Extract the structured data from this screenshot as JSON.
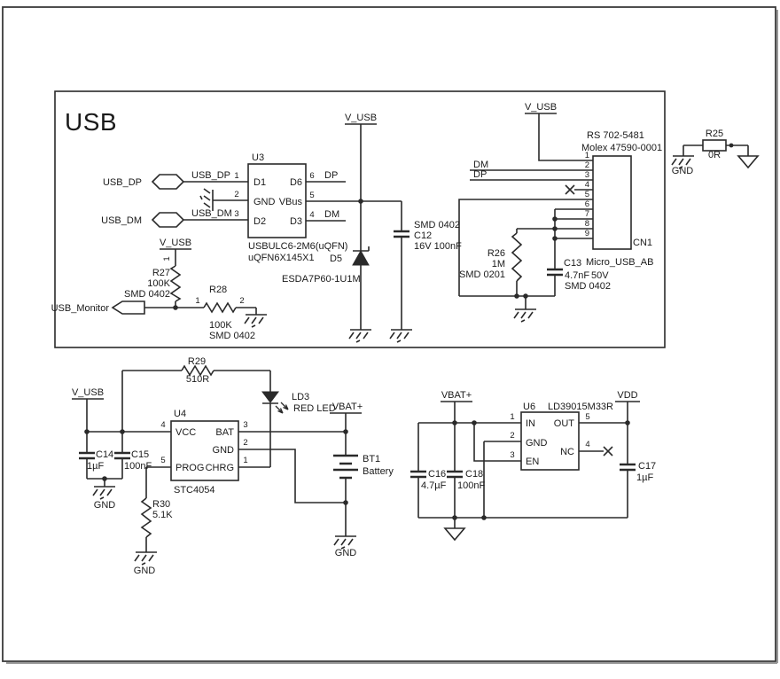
{
  "usb": {
    "title": "USB",
    "flags": {
      "vusb_u3": "V_USB",
      "vusb_cn1": "V_USB",
      "vusb_r27": "V_USB"
    },
    "ports": {
      "dp": "USB_DP",
      "dm": "USB_DM",
      "monitor": "USB_Monitor"
    },
    "nets": {
      "dp_wire": "USB_DP",
      "dm_wire": "USB_DM",
      "dp_stub": "DP",
      "dm_stub": "DM",
      "dm_cn1": "DM",
      "dp_cn1": "DP"
    },
    "u3": {
      "ref": "U3",
      "part": "USBULC6-2M6(uQFN)",
      "footprint": "uQFN6X145X1",
      "pins_left": [
        {
          "num": "1",
          "name": "D1"
        },
        {
          "num": "2",
          "name": "GND"
        },
        {
          "num": "3",
          "name": "D2"
        }
      ],
      "pins_right": [
        {
          "num": "6",
          "name": "D6"
        },
        {
          "num": "5",
          "name": "VBus"
        },
        {
          "num": "4",
          "name": "D3"
        }
      ]
    },
    "d5": {
      "ref": "D5",
      "part": "ESDA7P60-1U1M"
    },
    "c12": {
      "ref": "C12",
      "footprint": "SMD 0402",
      "value": "16V 100nF"
    },
    "r27": {
      "ref": "R27",
      "value": "100K",
      "footprint": "SMD 0402",
      "pin1": "1"
    },
    "r28": {
      "ref": "R28",
      "value": "100K",
      "footprint": "SMD 0402",
      "pin1": "1",
      "pin2": "2"
    },
    "cn1": {
      "ref": "CN1",
      "supplier": "RS 702-5481",
      "mpn": "Molex 47590-0001",
      "part": "Micro_USB_AB",
      "pins": [
        "1",
        "2",
        "3",
        "4",
        "5",
        "6",
        "7",
        "8",
        "9"
      ]
    },
    "r26": {
      "ref": "R26",
      "value": "1M",
      "footprint": "SMD 0201"
    },
    "c13": {
      "ref": "C13",
      "value": "4.7nF",
      "rating": "50V",
      "footprint": "SMD 0402"
    }
  },
  "r25": {
    "ref": "R25",
    "value": "0R",
    "gnd": "GND"
  },
  "charger": {
    "flags": {
      "vusb": "V_USB",
      "vbat": "VBAT+",
      "gnd_caps": "GND",
      "gnd_r30": "GND",
      "gnd_bt1": "GND"
    },
    "r29": {
      "ref": "R29",
      "value": "510R"
    },
    "ld3": {
      "ref": "LD3",
      "desc": "RED LED"
    },
    "u4": {
      "ref": "U4",
      "part": "STC4054",
      "pins_left": [
        {
          "num": "4",
          "name": "VCC"
        },
        {
          "num": "5",
          "name": "PROG"
        }
      ],
      "pins_right": [
        {
          "num": "3",
          "name": "BAT"
        },
        {
          "num": "2",
          "name": "GND"
        },
        {
          "num": "1",
          "name": "CHRG"
        }
      ]
    },
    "c14": {
      "ref": "C14",
      "value": "1µF"
    },
    "c15": {
      "ref": "C15",
      "value": "100nF"
    },
    "r30": {
      "ref": "R30",
      "value": "5.1K"
    },
    "bt1": {
      "ref": "BT1",
      "desc": "Battery"
    }
  },
  "regulator": {
    "flags": {
      "vbat": "VBAT+",
      "vdd": "VDD"
    },
    "u6": {
      "ref": "U6",
      "part": "LD39015M33R",
      "pins_left": [
        {
          "num": "1",
          "name": "IN"
        },
        {
          "num": "2",
          "name": "GND"
        },
        {
          "num": "3",
          "name": "EN"
        }
      ],
      "pins_right": [
        {
          "num": "5",
          "name": "OUT"
        },
        {
          "num": "4",
          "name": "NC"
        }
      ]
    },
    "c16": {
      "ref": "C16",
      "value": "4.7µF"
    },
    "c18": {
      "ref": "C18",
      "value": "100nF"
    },
    "c17": {
      "ref": "C17",
      "value": "1µF"
    }
  }
}
